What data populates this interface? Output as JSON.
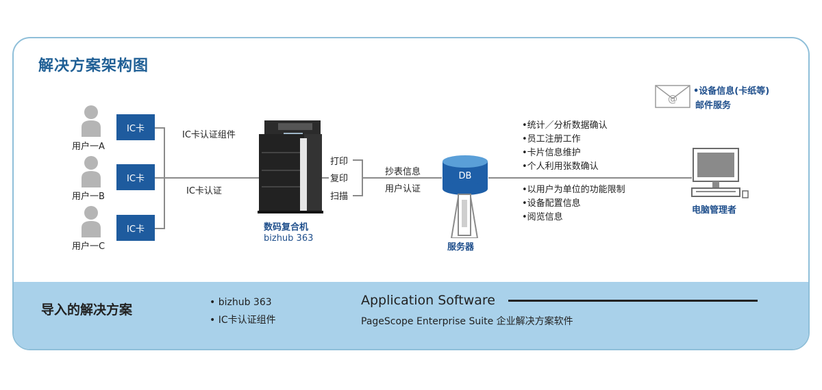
{
  "title": "解决方案架构图",
  "users": [
    {
      "label": "用户一A",
      "card": "IC卡"
    },
    {
      "label": "用户一B",
      "card": "IC卡"
    },
    {
      "label": "用户一C",
      "card": "IC卡"
    }
  ],
  "ic_component_label": "IC卡认证组件",
  "ic_auth_label": "IC卡认证",
  "printer": {
    "name": "数码复合机",
    "model": "bizhub 363"
  },
  "functions": [
    "打印",
    "复印",
    "扫描"
  ],
  "server_links": [
    "抄表信息",
    "用户认证"
  ],
  "db_label": "DB",
  "server_label": "服务器",
  "info_list_top": [
    "•统计／分析数据确认",
    "•员工注册工作",
    "•卡片信息维护",
    "•个人利用张数确认"
  ],
  "info_list_bottom": [
    "•以用户为单位的功能限制",
    "•设备配置信息",
    "•阅览信息"
  ],
  "mail": {
    "line1": "•设备信息(卡纸等)",
    "line2": "邮件服务"
  },
  "admin_label": "电脑管理者",
  "bottom": {
    "title": "导入的解决方案",
    "items": [
      "• bizhub 363",
      "• IC卡认证组件"
    ],
    "app_title": "Application Software",
    "app_sub": "PageScope Enterprise Suite  企业解决方案软件"
  },
  "colors": {
    "accent": "#1f5f95",
    "card": "#1e5b9e",
    "band": "#a9d1ea",
    "border": "#8fbfd9"
  }
}
